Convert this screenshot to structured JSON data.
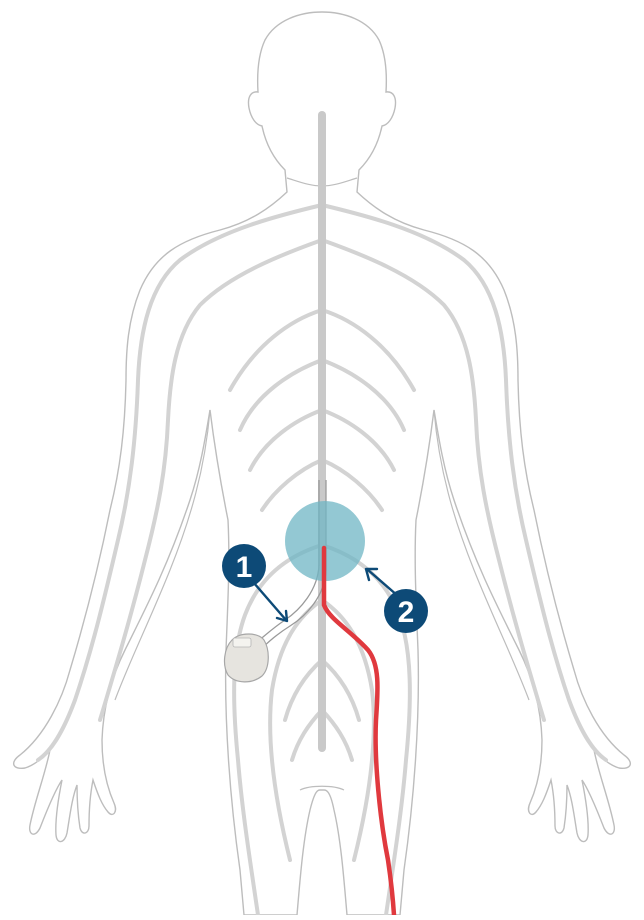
{
  "diagram": {
    "callouts": [
      {
        "number": "1",
        "icon": "numbered-circle-badge"
      },
      {
        "number": "2",
        "icon": "numbered-circle-badge"
      }
    ],
    "device_label_lines": [
      "",
      ""
    ],
    "colors": {
      "body_outline": "#bdbdbd",
      "nerves": "#d3d3d3",
      "spine": "#c9c9c9",
      "target_area": "#6fb6c4",
      "pain_path": "#e0393e",
      "callout": "#0d4a77",
      "device": "#e6e4df",
      "lead_wire": "#9a9a9a"
    }
  }
}
